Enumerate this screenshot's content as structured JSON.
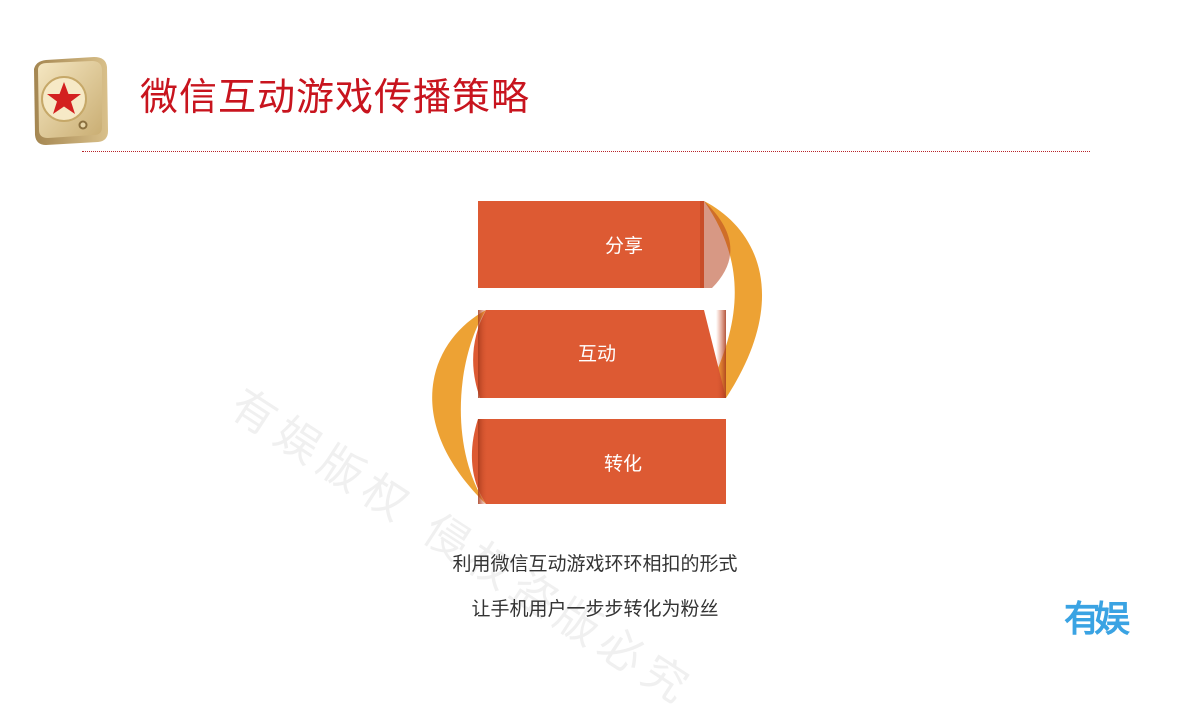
{
  "header": {
    "title": "微信互动游戏传播策略",
    "icon": "star-badge-icon"
  },
  "diagram": {
    "steps": [
      {
        "label": "分享"
      },
      {
        "label": "互动"
      },
      {
        "label": "转化"
      }
    ],
    "colors": {
      "block": "#dd5a33",
      "fold": "#eda234",
      "fold_shadow": "#a63a1c"
    }
  },
  "caption": {
    "line1": "利用微信互动游戏环环相扣的形式",
    "line2": "让手机用户一步步转化为粉丝"
  },
  "watermark": "有娱版权 侵权盗版必究",
  "logo": {
    "text": "有娱",
    "color": "#3aa3e3"
  },
  "colors": {
    "title": "#c8141e",
    "accent": "#b8242b"
  }
}
